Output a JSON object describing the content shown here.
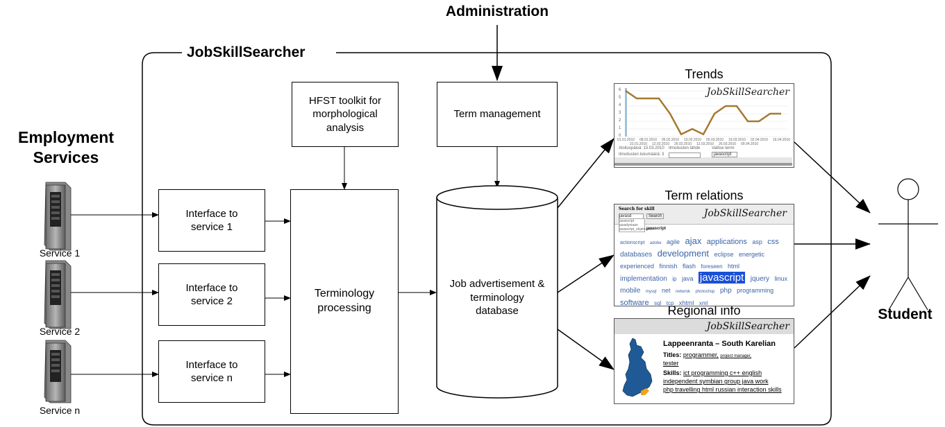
{
  "title": "Administration",
  "employment_services": "Employment\nServices",
  "system_name": "JobSkillSearcher",
  "services": [
    "Service 1",
    "Service 2",
    "Service n"
  ],
  "interfaces": [
    "Interface to\nservice 1",
    "Interface to\nservice 2",
    "Interface to\nservice n"
  ],
  "hfst": "HFST toolkit for\nmorphological\nanalysis",
  "term_management": "Term management",
  "terminology_processing": "Terminology\nprocessing",
  "database": "Job advertisement &\nterminology\ndatabase",
  "student": "Student",
  "outputs": {
    "trends": {
      "label": "Trends",
      "brand": "JobSkillSearcher",
      "y_ticks": [
        "6",
        "5",
        "4",
        "3",
        "2",
        "1",
        "0"
      ],
      "values": [
        6,
        5,
        5,
        5,
        3,
        0.3,
        1,
        0.3,
        3,
        4,
        4,
        2,
        2,
        3,
        3
      ],
      "dates_top": [
        "01.01.2010",
        "08.01.2010",
        "05.02.2010",
        "19.02.2010",
        "05.03.2010",
        "19.03.2010",
        "02.04.2010",
        "16.04.2010"
      ],
      "dates_bottom": [
        "22.01.2010",
        "12.02.2010",
        "26.02.2010",
        "12.03.2010",
        "26.03.2010",
        "09.04.2010"
      ],
      "controls": [
        "Aloituspäivä: 15.03.2010",
        "Ilmoitusten lähde",
        "Valitse termi",
        "Ilmoitusten lukumäärä: 3",
        "javascript"
      ]
    },
    "relations": {
      "label": "Term relations",
      "brand": "JobSkillSearcher",
      "search_title": "Search for skill",
      "search_value": "javasd",
      "search_button": "Search",
      "suggestions": [
        "javascript",
        "javadyniaan",
        "javascript_ohjelmointi"
      ],
      "query": "javascript",
      "cloud": [
        {
          "t": "actionscript",
          "s": 7
        },
        {
          "t": "adobe",
          "s": 6
        },
        {
          "t": "agile",
          "s": 9
        },
        {
          "t": "ajax",
          "s": 13
        },
        {
          "t": "applications",
          "s": 11
        },
        {
          "t": "asp",
          "s": 9
        },
        {
          "t": "css",
          "s": 11
        },
        {
          "t": "databases",
          "s": 10
        },
        {
          "t": "development",
          "s": 13
        },
        {
          "t": "eclipse",
          "s": 9
        },
        {
          "t": "energetic",
          "s": 9
        },
        {
          "t": "experienced",
          "s": 9
        },
        {
          "t": "finnish",
          "s": 9
        },
        {
          "t": "flash",
          "s": 9
        },
        {
          "t": "foreseen",
          "s": 8
        },
        {
          "t": "html",
          "s": 9
        },
        {
          "t": "implementation",
          "s": 10
        },
        {
          "t": "ip",
          "s": 8
        },
        {
          "t": "java",
          "s": 9
        },
        {
          "t": "javascript",
          "s": 15,
          "hl": true
        },
        {
          "t": "jquery",
          "s": 10
        },
        {
          "t": "linux",
          "s": 9
        },
        {
          "t": "mobile",
          "s": 10
        },
        {
          "t": "mysql",
          "s": 6
        },
        {
          "t": "net",
          "s": 9
        },
        {
          "t": "netwrok",
          "s": 6
        },
        {
          "t": "photoshop",
          "s": 6
        },
        {
          "t": "php",
          "s": 10
        },
        {
          "t": "programming",
          "s": 9
        },
        {
          "t": "software",
          "s": 11
        },
        {
          "t": "sql",
          "s": 8
        },
        {
          "t": "tcp",
          "s": 8
        },
        {
          "t": "xhtml",
          "s": 9
        },
        {
          "t": "xml",
          "s": 8
        }
      ]
    },
    "regional": {
      "label": "Regional info",
      "brand": "JobSkillSearcher",
      "region": "Lappeenranta – South Karelian",
      "titles_label": "Titles:",
      "titles": [
        "programmer,",
        "project manager,",
        "tester"
      ],
      "skills_label": "Skills:",
      "skills_lines": [
        "ict programming c++ english",
        "independent symbian group java work",
        "php travelling html russian interaction skills"
      ]
    }
  },
  "colors": {
    "line": "#000000",
    "trend_line": "#a6782e",
    "cloud_text": "#3a64a8",
    "cloud_highlight": "#1a4fd6",
    "map_fill": "#1f5a96",
    "map_region": "#f2a21c",
    "server_body": "#8a8a8a"
  },
  "icons": [
    "server-icon",
    "stick-figure-icon",
    "finland-map-icon"
  ]
}
